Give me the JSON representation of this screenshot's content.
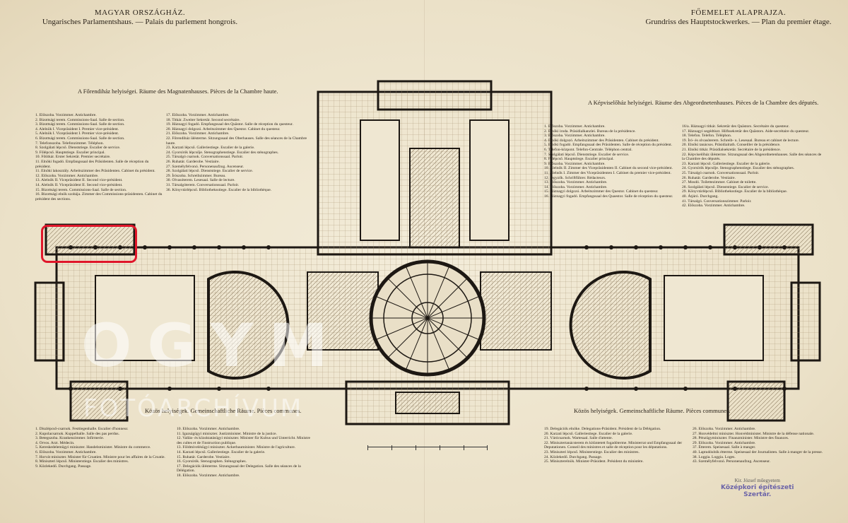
{
  "header_left": {
    "line1": "MAGYAR ORSZÁGHÁZ.",
    "line2": "Ungarisches Parlamentshaus. — Palais du parlement hongrois."
  },
  "header_right": {
    "line1": "FŐEMELET ALAPRAJZA.",
    "line2": "Grundriss des Hauptstockwerkes. — Plan du premier étage."
  },
  "section_upper_house": "A Főrendiház helyiségei. Räume des Magnatenhauses. Pièces de la Chambre haute.",
  "section_lower_house": "A Képviselőház helyiségei. Räume des Abgeordnetenhauses. Pièces de la Chambre des députés.",
  "section_common_left": "Közös helyiségek. Gemeinschaftliche Räume. Pièces communes.",
  "section_common_right": "Közös helyiségek. Gemeinschaftliche Räume. Pièces communes.",
  "legends": {
    "upper_1": "1. Előszoba. Vorzimmer. Antichambre.\n2. Bizottsági terem. Commissions-Saal. Salle de section.\n3. Bizottsági terem. Commissions-Saal. Salle de section.\n4. Alelnök I. Vicepräsident I. Premier vice-président.\n5. Alelnök I. Vicepräsident I. Premier vice-président.\n6. Bizottsági terem. Commissions-Saal. Salle de section.\n7. Telefonszoba. Telefonzimmer. Téléphon.\n8. Szolgálati lépcső. Dienststiege. Escalier de service.\n9. Főlépcső. Hauptstiege. Escalier principal.\n10. Főtitkár. Erster Sekretär. Premier secrétaire.\n11. Elnöki fogadó. Empfangssaal des Präsidenten. Salle de réception du président.\n11. Elnöki lakosztály. Arbeitszimmer des Präsidenten. Cabinet du président.\n12. Előszoba. Vorzimmer. Antichambre.\n13. Alelnök II. Vicepräsident II. Second vice-président.\n14. Alelnök II. Vicepräsident II. Second vice-président.\n15. Bizottsági terem. Commissions-Saal. Salle de section.\n16. Bizottsági elnök szobája. Zimmer des Commissions-präsidenten. Cabinet du président des sections.",
    "upper_2": "17. Előszoba. Vorzimmer. Antichambre.\n18. Titkár. Zweiter Sekretär. Second secrétaire.\n19. Háznagyi fogadó. Empfangssaal des Quästor. Salle de réception du questeur.\n20. Háznagyi dolgozó. Arbeitszimmer des Questor. Cabinet du questeur.\n21. Előszoba. Vorzimmer. Antichambre.\n22. Főrendiház ülésterme. Sitzungssaal des Oberhauses. Salle des séances de la Chambre haute.\n23. Karzati lépcső. Galleriestiege. Escalier de la galerie.\n24. Gyorsírók lépcsője. Stenographenstiege. Escalier des sténographes.\n25. Társalgó csarnok. Conversationssaal. Parloir.\n26. Ruhatár. Garderobe. Vestiaire.\n27. Személyfelvonó. Personenaufzug. Ascenseur.\n28. Szolgálati lépcső. Dienststiege. Escalier de service.\n29. Írószoba. Schreibzimmer. Bureau.\n30. Olvasóterem. Lesesaal. Salle de lecture.\n31. Társalgóterem. Conversationssaal. Parloir.\n36. Könyvtárlépcső. Bibliotheksstiege. Escalier de la bibliothèque.",
    "lower_1": "1. Előszoba. Vorzimmer. Antichambre.\n2. Elnöki iroda. Präsidialkanzlei. Bureau de la présidence.\n3. Előszoba. Vorzimmer. Antichambre.\n4. Elnöki dolgozó. Arbeitszimmer des Präsidenten. Cabinet du président.\n5. Elnöki fogadó. Empfangssaal des Präsidenten. Salle de réception du président.\n6. Telefon-központ. Telefon-Centrale. Téléphon central.\n7. Szolgálati lépcső. Dienststiege. Escalier de service.\n8. Főlépcső. Hauptstiege. Escalier principal.\n9. Előszoba. Vorzimmer. Antichambre.\n10. Alelnök II. Zimmer des Vicepräsidenten II. Cabinet du second vice-président.\n11. Alelnök I. Zimmer des Vicepräsidenten I. Cabinet du premier vice-président.\n12. Jegyzők. Schriftführer. Rédacteurs.\n13. Előszoba. Vorzimmer. Antichambre.\n14. Előszoba. Vorzimmer. Antichambre.\n15. Háznagyi dolgozó. Arbeitszimmer des Questor. Cabinet du questeur.\n16. Háznagyi fogadó. Empfangssaal des Quaestor. Salle de réception du questeur.",
    "lower_2": "16/a. Háznagyi titkár. Sekretär des Quästors. Secrétaire du questeur.\n17. Háznagyi segédtiszt. Hilfssekretär des Quästors. Aide-secrétaire du questeur.\n18. Telefon. Telefon. Téléphon.\n19. Író- és olvasóterem. Schreib- u. Lesesaal. Bureau et cabinet de lecture.\n20. Elnöki tanácsos. Präsidialrath. Conseiller de la présidence.\n21. Elnöki titkár. Präsidialsekretär. Secrétaire de la présidence.\n22. Képviselőház ülésterme. Sitzungssaal des Abgeordnetenhauses. Salle des séances de la Chambre des députés.\n23. Karzati lépcső. Galleriestiege. Escalier de la galerie.\n24. Gyorsírók lépcsője. Stenographenstiege. Escalier des sténographes.\n25. Társalgó csarnok. Conversationssaal. Parloir.\n26. Ruhatár. Garderobe. Vestiaire.\n27. Mosdó. Toilettezimmer. Cabinet de toilette.\n28. Szolgálati lépcső. Dienststiege. Escalier de service.\n29. Könyvtárlépcső. Bibliotheksstiege. Escalier de la bibliothèque.\n40. Átjáró. Durchgang.\n41. Társalgó. Conversationszimmer. Parloir.\n42. Előszoba. Vorzimmer. Antichambre.",
    "common_1": "1. Díszlépcső-csarnok. Festtiegenhalle. Escalier d'honneur.\n2. Kupolacsarnok. Kuppelhalle. Salle des pas perdus.\n3. Betegszoba. Krankenzimmer. Infirmerie.\n4. Orvos. Arzt. Médecin.\n5. Kereskedelemügyi miniszter. Handelsminister. Ministre du commerce.\n6. Előszoba. Vorzimmer. Antichambre.\n7. Horvát miniszter. Minister für Croatien. Ministre pour les affaires de la Croatie.\n8. Miniszteri lépcső. Ministerstiege. Escalier des ministres.\n9. Közlekedő. Durchgang. Passage.",
    "common_2": "10. Előszoba. Vorzimmer. Antichambre.\n11. Igazságügyi miniszter. Justizminister. Ministre de la justice.\n12. Vallás- és közoktatásügyi miniszter. Minister für Kultus und Unterricht. Ministre des cultes et de l'instruction publique.\n13. Földmívelésügyi miniszter. Ackerbauminister. Ministre de l'agriculture.\n14. Karzati lépcső. Galleriestiege. Escalier de la galerie.\n15. Ruhatár. Garderobe. Vestiaire.\n16. Gyorsírók. Stenographen. Sténographes.\n17. Delegációk ülésterme. Sitzungssaal der Delegation. Salle des séances de la Délégation.\n18. Előszoba. Vorzimmer. Antichambre.",
    "common_3": "19. Delegációk elnöke. Delegations-Präsident. Président de la Délégation.\n20. Karzati lépcső. Galleriestiege. Escalier de la galerie.\n21. Várócsarnok. Wartesaal. Salle d'attente.\n22. Minisztertanácsterem és kitüntetett fogadóterme. Ministerrat und Empfangssaal der Deputationen. Conseil des ministres et salle de réception pour les députations.\n23. Miniszteri lépcső. Ministerstiege. Escalier des ministres.\n24. Közlekedő. Durchgang. Passage.\n25. Miniszterelnök. Minister-Präsident. Président du ministère.",
    "common_4": "26. Előszoba. Vorzimmer. Antichambre.\n27. Honvédelmi miniszter. Honvédminister. Ministre de la défense nationale.\n28. Pénzügyminiszter. Finanzminister. Ministre des finances.\n29. Előszoba. Vorzimmer. Antichambre.\n37. Étterem. Speisesaal. Salle à manger.\n40. Laptudósítók étterme. Speisesaal der Journalisten. Salle à manger de la presse.\n38. Loggia. Loggia. Loges.\n43. Személyfelvonó. Personenaufzug. Ascenseur."
  },
  "stamp": {
    "line1": "Kir. József műegyetem",
    "line2": "Középkori építészeti",
    "line3": "Szertár."
  },
  "watermark": {
    "big": "OGYM",
    "small": "FOTÓARCHÍVUM"
  },
  "colors": {
    "paper": "#efe7d2",
    "ink": "#2b231a",
    "wall": "#1d1813",
    "highlight": "#e0162a",
    "stamp": "#6b63a8"
  }
}
